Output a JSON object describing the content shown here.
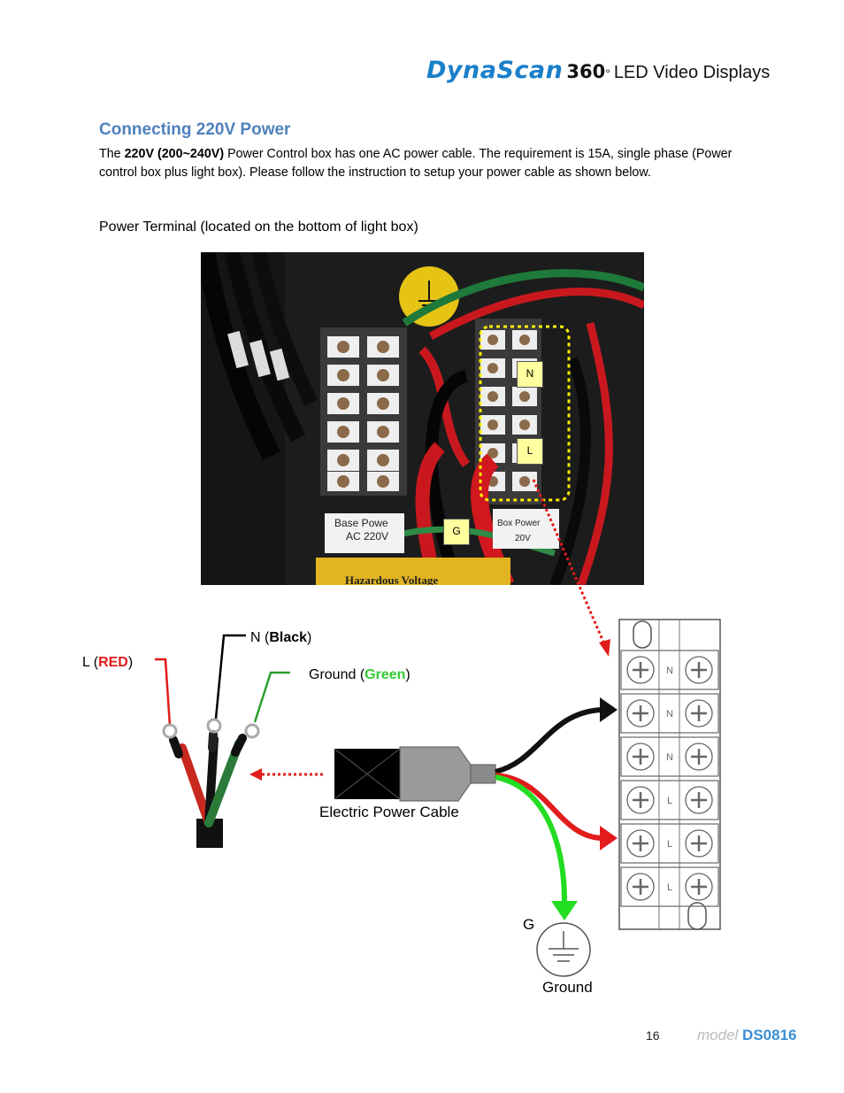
{
  "header": {
    "brand_name": "DynaScan",
    "brand_number": "360",
    "brand_degree": "°",
    "brand_suffix": "LED Video Displays"
  },
  "section": {
    "title": "Connecting 220V Power",
    "para_bold": "220V (200~240V)",
    "para_pre": "The ",
    "para_text": " Power Control box has one AC power cable. The requirement is 15A, single phase (Power control box plus light box). Please follow the instruction to setup your power cable as shown below."
  },
  "photo": {
    "caption": "Power Terminal (located on the bottom of light box)",
    "tag_n": "N",
    "tag_l": "L",
    "tag_g": "G",
    "label_base": "Base Powe",
    "label_base_ac": "AC 220V",
    "label_box": "Box Power",
    "label_box_v": "20V",
    "label_hazard": "Hazardous Voltage"
  },
  "diagram": {
    "wire_l_prefix": "L (",
    "wire_l_color": "RED",
    "wire_n_prefix": "N (",
    "wire_n_color": "Black",
    "wire_g_prefix": "Ground (",
    "wire_g_color": "Green",
    "close_paren": ")",
    "cable_label": "Electric Power Cable",
    "ground_letter": "G",
    "ground_label": "Ground",
    "terminal_labels": [
      "N",
      "N",
      "N",
      "L",
      "L",
      "L"
    ]
  },
  "footer": {
    "page_number": "16",
    "model_prefix": "model",
    "model_name": "DS0816"
  },
  "colors": {
    "heading": "#4f81bd",
    "brand": "#1a7fc9",
    "red_wire": "#e21b1b",
    "green_wire": "#22dd22",
    "tag_bg": "#ffff9e"
  }
}
